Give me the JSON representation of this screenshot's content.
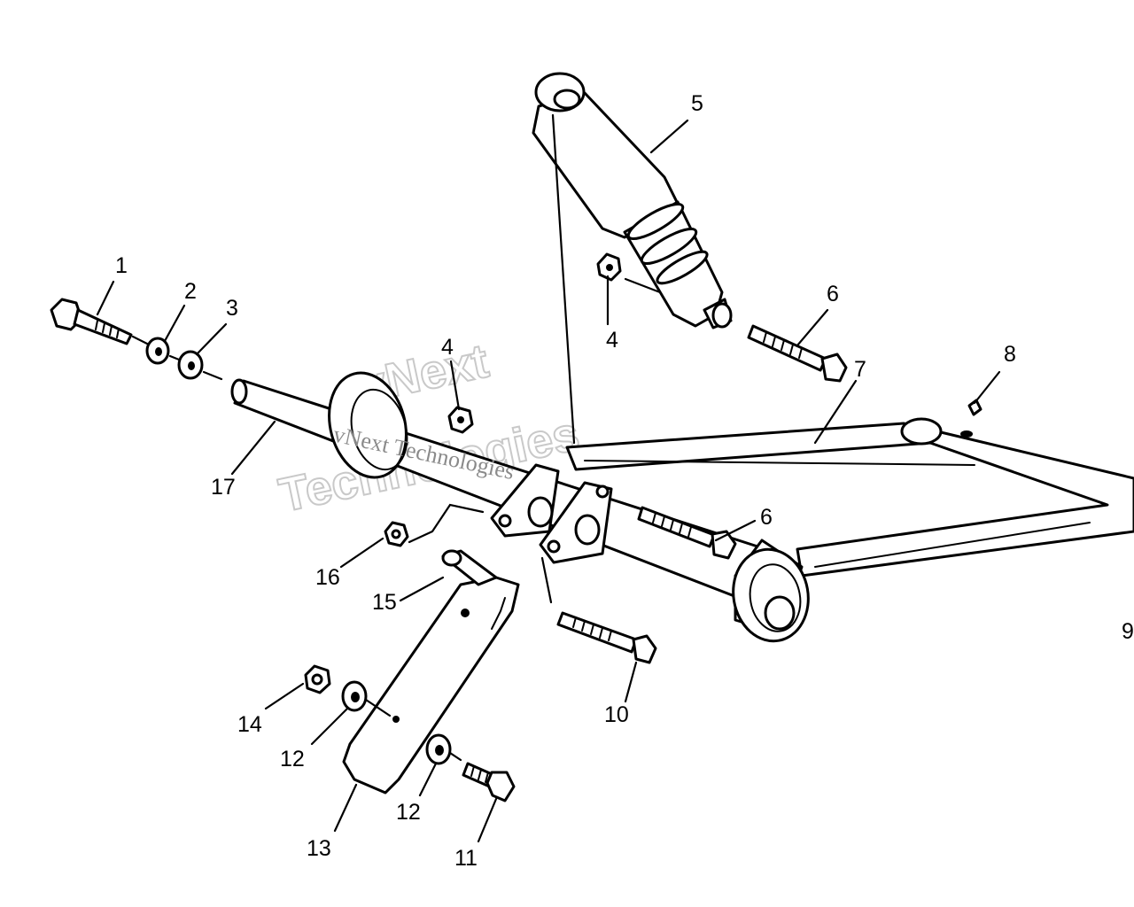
{
  "callouts": [
    "1",
    "2",
    "3",
    "4",
    "4",
    "5",
    "6",
    "6",
    "7",
    "8",
    "9",
    "10",
    "11",
    "12",
    "12",
    "13",
    "14",
    "15",
    "16",
    "17"
  ],
  "watermark": {
    "line1": "vNext",
    "line2": "Technologies",
    "overlay": "vNext Technologies"
  },
  "colors": {
    "line": "#000000",
    "background": "#ffffff",
    "watermark": "#c9c9c9"
  }
}
